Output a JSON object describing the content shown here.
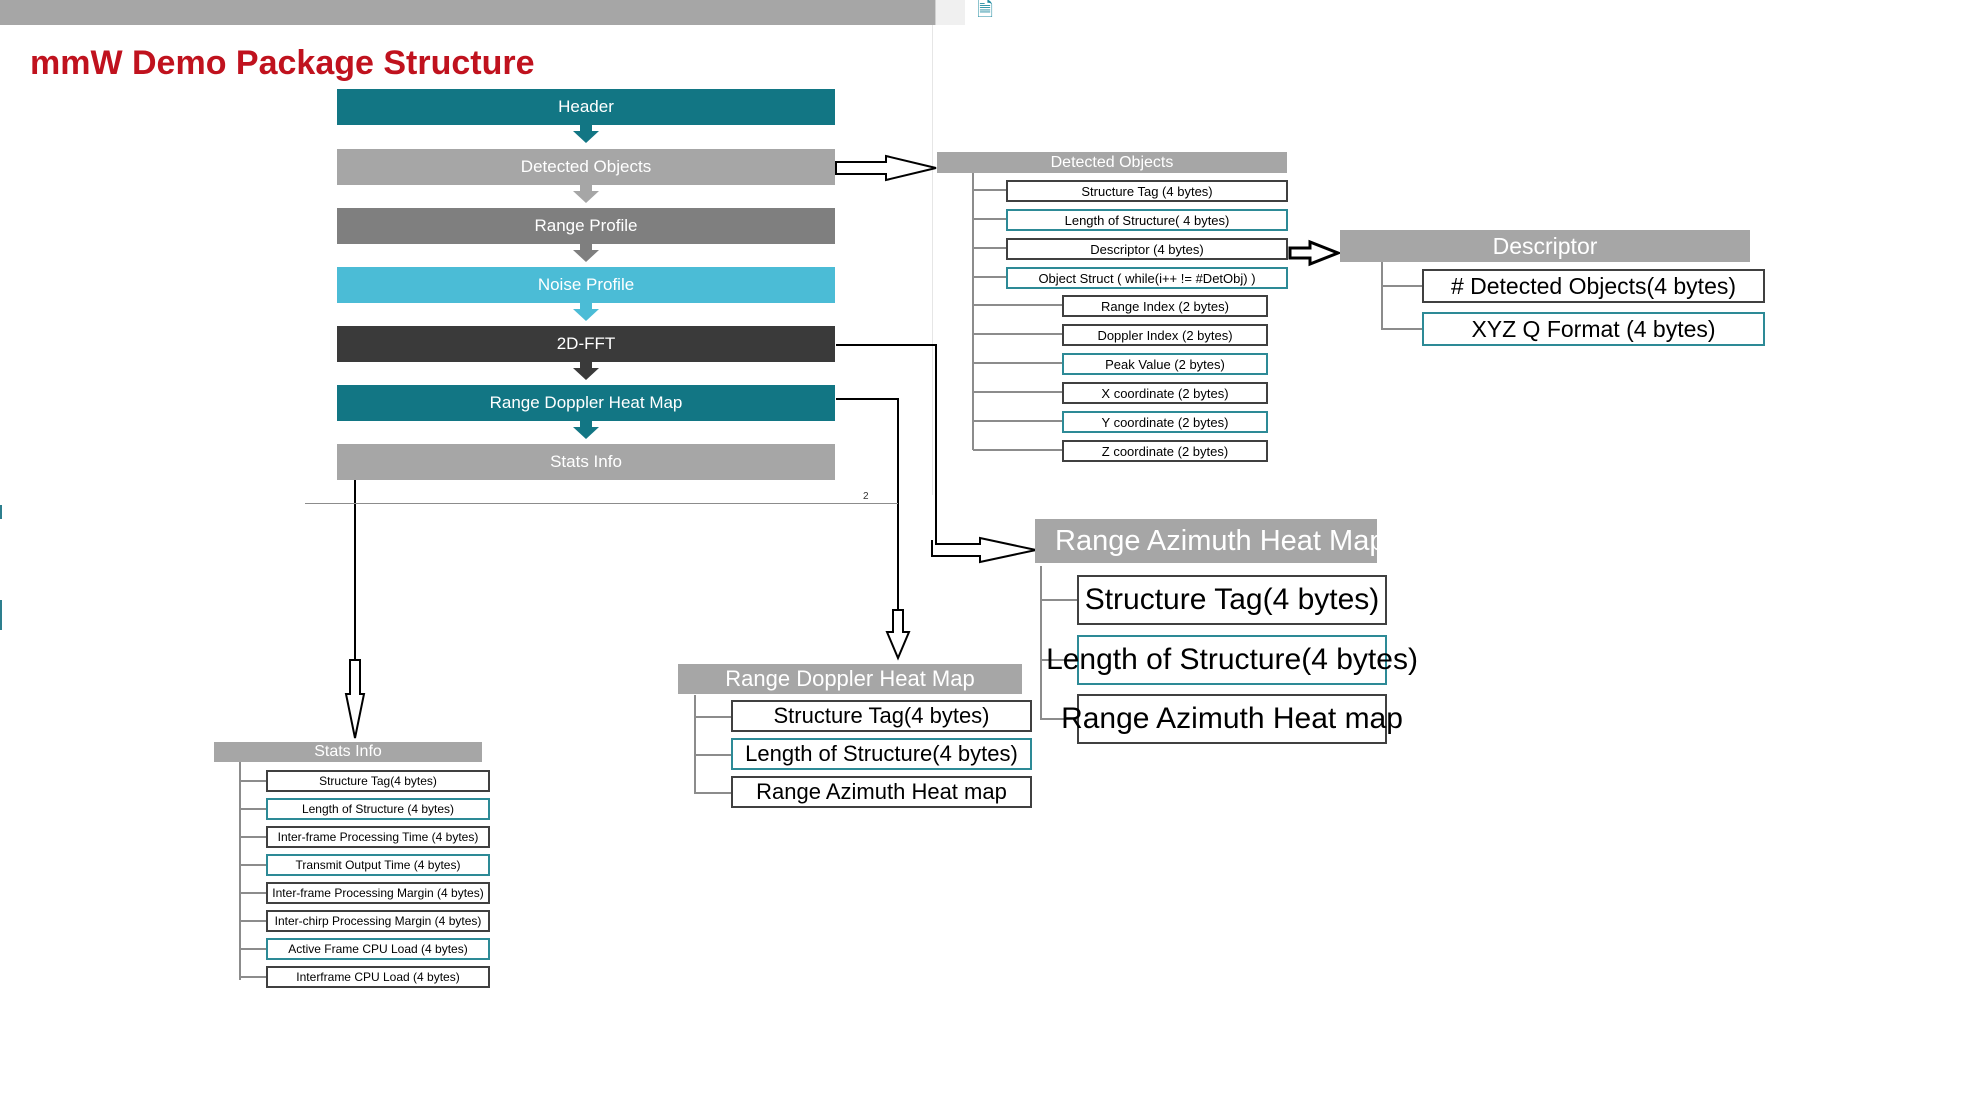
{
  "title": "mmW Demo Package Structure",
  "page_number": "2",
  "colors": {
    "title_red": "#c0121e",
    "teal": "#127684",
    "gray": "#a6a6a6",
    "mid_gray": "#7f7f7f",
    "light_blue": "#4bbcd6",
    "dark": "#3a3a3a"
  },
  "flow": [
    {
      "label": "Header",
      "color": "#127684"
    },
    {
      "label": "Detected Objects",
      "color": "#a6a6a6"
    },
    {
      "label": "Range Profile",
      "color": "#7f7f7f"
    },
    {
      "label": "Noise Profile",
      "color": "#4bbcd6"
    },
    {
      "label": "2D-FFT",
      "color": "#3a3a3a"
    },
    {
      "label": "Range Doppler Heat Map",
      "color": "#127684"
    },
    {
      "label": "Stats Info",
      "color": "#a6a6a6"
    }
  ],
  "detected_objects": {
    "title": "Detected Objects",
    "items": [
      "Structure Tag (4 bytes)",
      "Length of Structure( 4 bytes)",
      "Descriptor (4 bytes)",
      "Object Struct ( while(i++ != #DetObj) )",
      "Range Index (2 bytes)",
      "Doppler Index (2 bytes)",
      "Peak Value (2 bytes)",
      "X coordinate (2 bytes)",
      "Y coordinate (2 bytes)",
      "Z coordinate (2 bytes)"
    ]
  },
  "descriptor": {
    "title": "Descriptor",
    "items": [
      "# Detected Objects(4 bytes)",
      "XYZ Q Format (4 bytes)"
    ]
  },
  "range_azimuth": {
    "title": "Range Azimuth Heat Map",
    "items": [
      "Structure Tag(4 bytes)",
      "Length of Structure(4 bytes)",
      "Range Azimuth Heat map"
    ]
  },
  "range_doppler": {
    "title": "Range Doppler Heat Map",
    "items": [
      "Structure Tag(4 bytes)",
      "Length of Structure(4 bytes)",
      "Range Azimuth Heat map"
    ]
  },
  "stats_info": {
    "title": "Stats Info",
    "items": [
      "Structure Tag(4 bytes)",
      "Length of Structure (4 bytes)",
      "Inter-frame Processing Time (4 bytes)",
      "Transmit Output Time (4 bytes)",
      "Inter-frame Processing Margin (4 bytes)",
      "Inter-chirp Processing Margin (4 bytes)",
      "Active Frame CPU Load (4 bytes)",
      "Interframe CPU Load (4 bytes)"
    ]
  }
}
